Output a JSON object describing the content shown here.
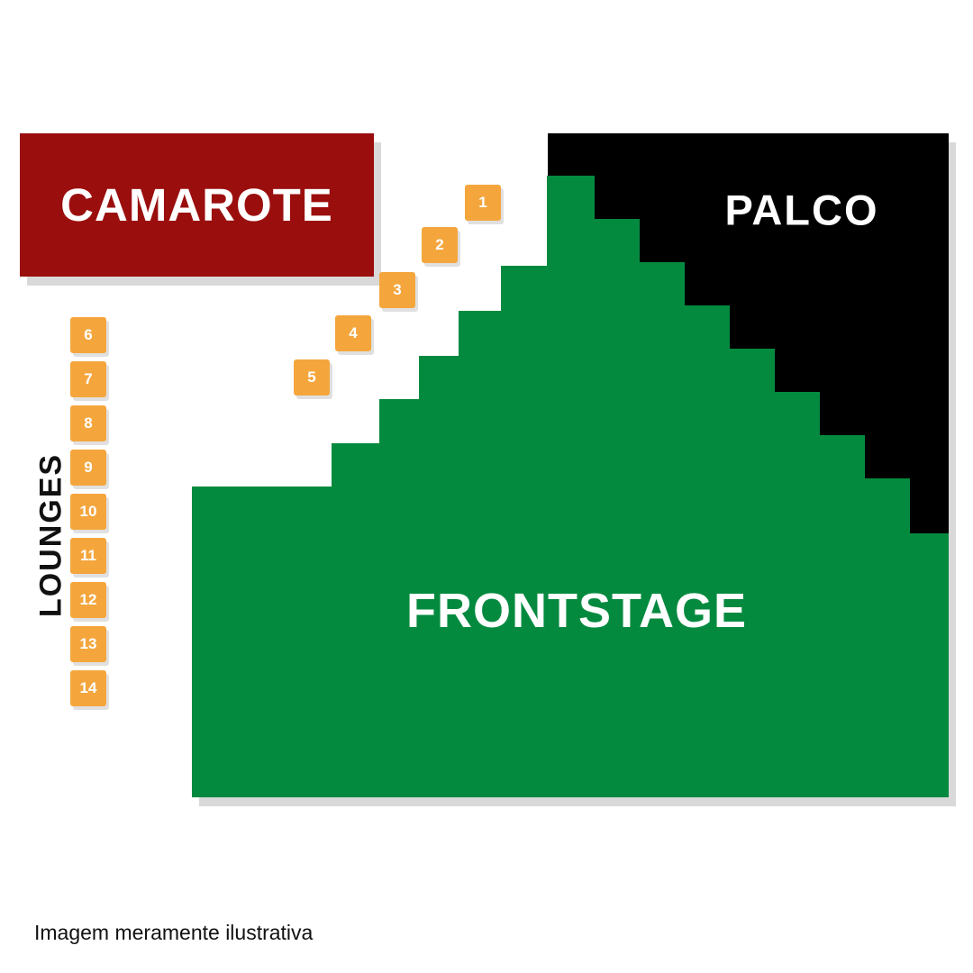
{
  "colors": {
    "camarote_red": "#9b0e0e",
    "frontstage_green": "#048a3f",
    "box_orange": "#f4a63d",
    "palco_black": "#000000",
    "shadow_gray": "#d9d9d9"
  },
  "zones": {
    "camarote": {
      "label": "CAMAROTE"
    },
    "palco": {
      "label": "PALCO"
    },
    "frontstage": {
      "label": "FRONTSTAGE"
    },
    "lounges": {
      "label": "LOUNGES",
      "items": [
        "6",
        "7",
        "8",
        "9",
        "10",
        "11",
        "12",
        "13",
        "14"
      ]
    }
  },
  "diagonal_boxes": [
    "1",
    "2",
    "3",
    "4",
    "5"
  ],
  "caption": "Imagem meramente ilustrativa"
}
